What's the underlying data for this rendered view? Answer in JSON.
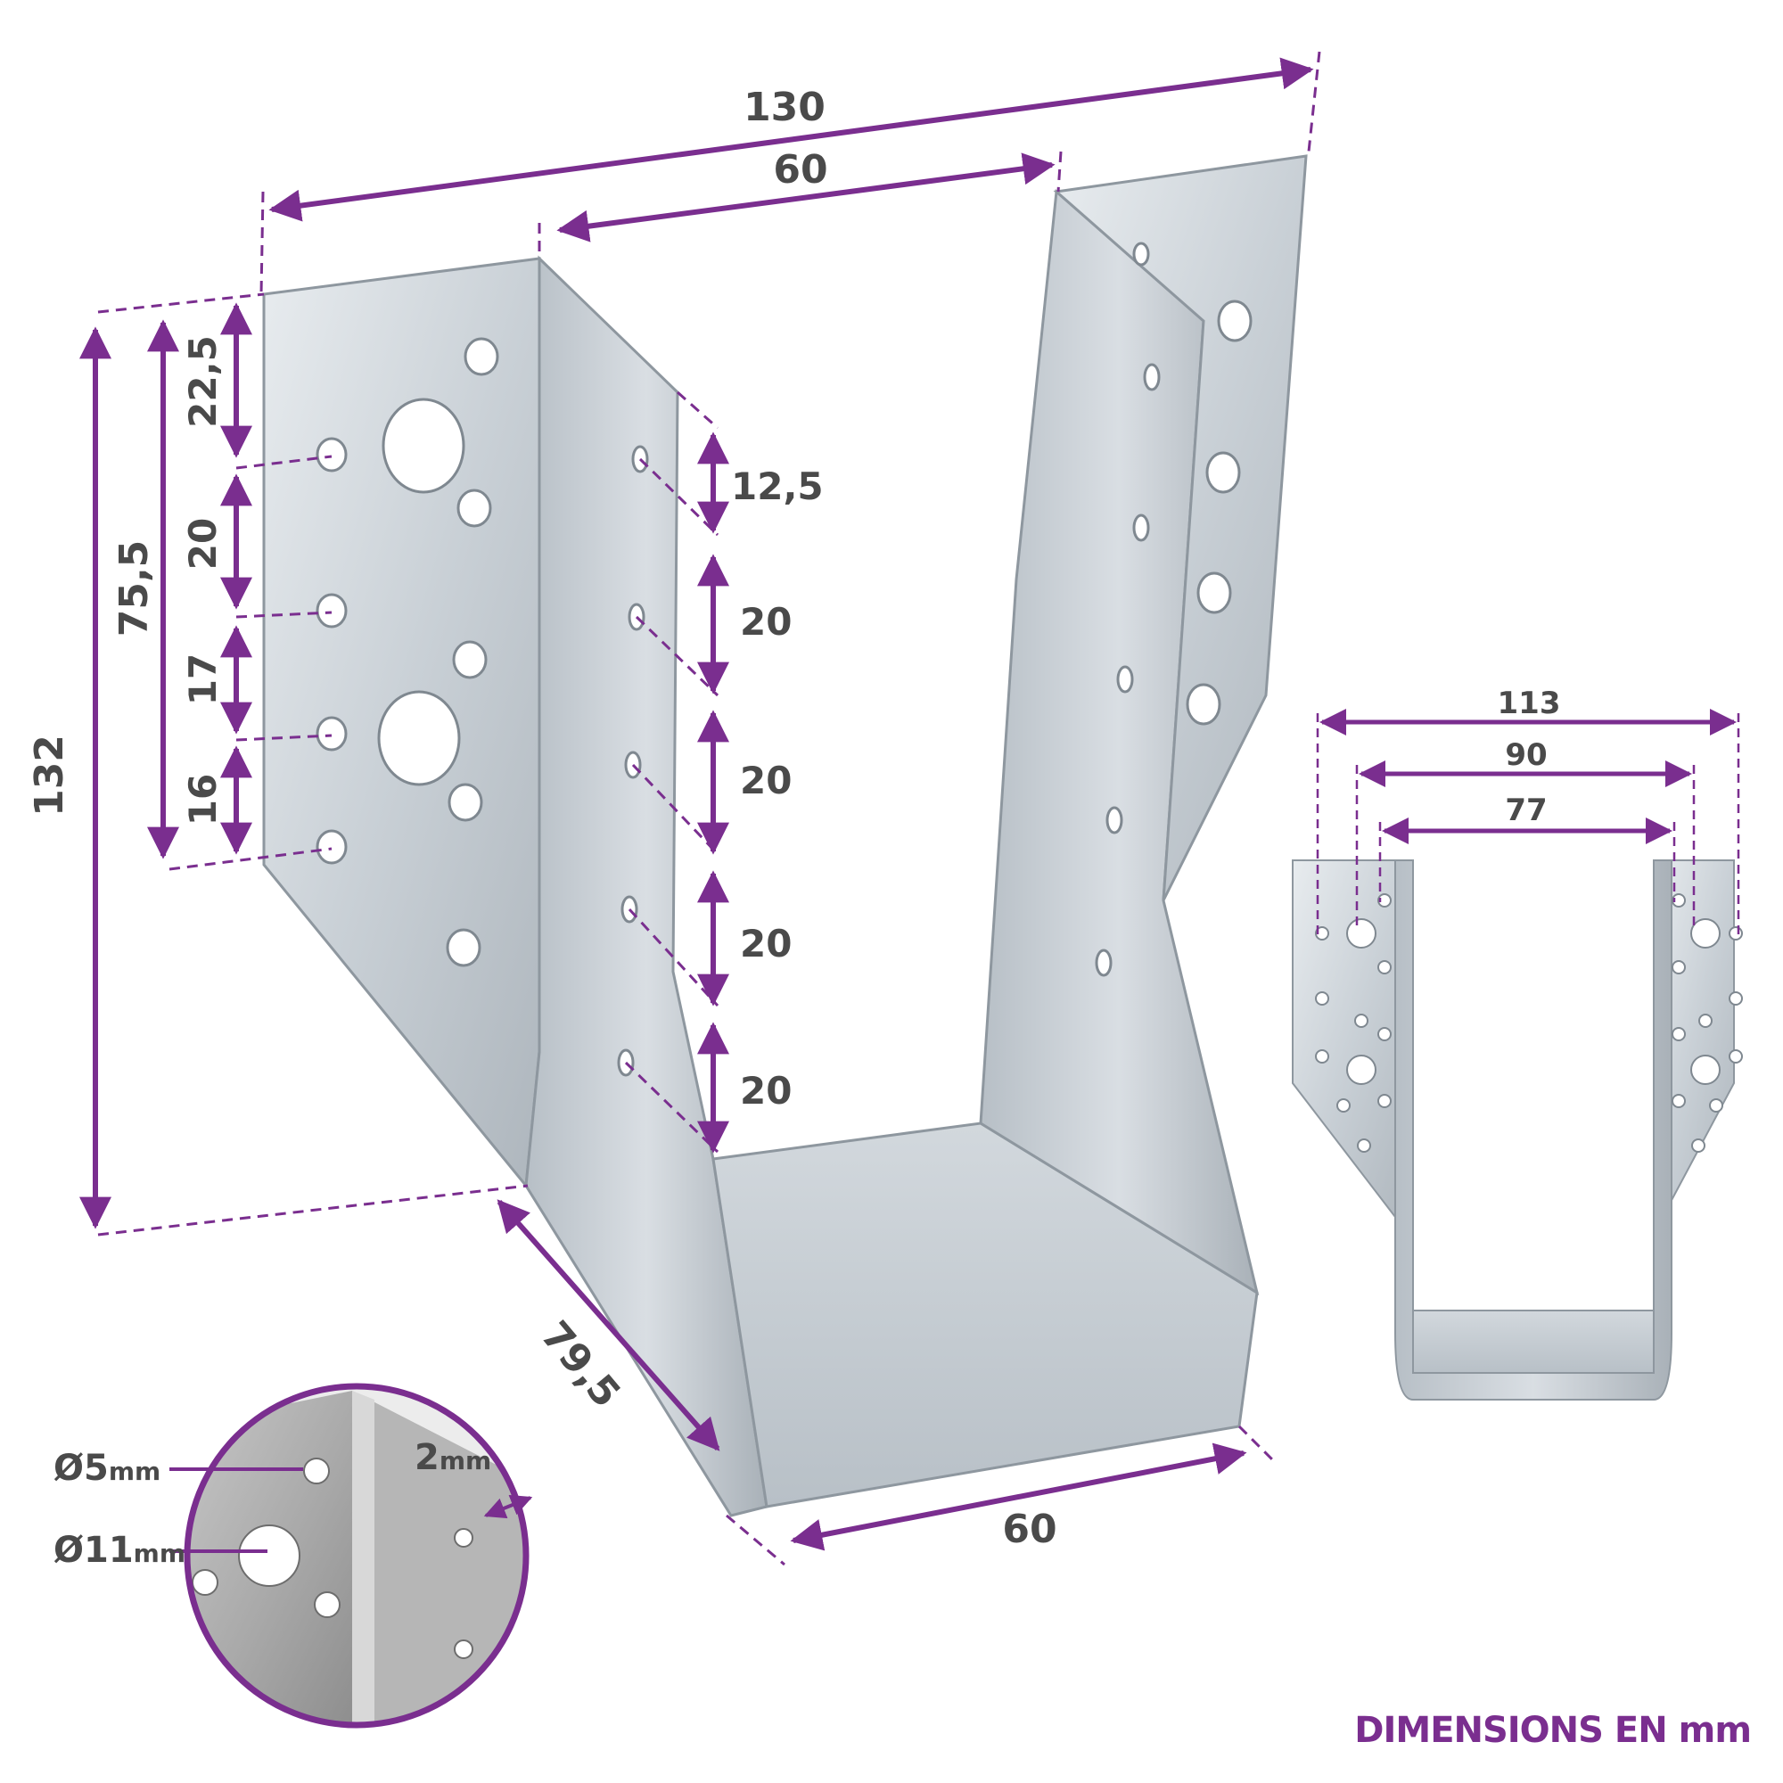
{
  "colors": {
    "accent": "#7a2e8f",
    "text": "#4a4a4a",
    "metal_light": "#dfe4e8",
    "metal_mid": "#c3cad0",
    "metal_dark": "#9aa3ab"
  },
  "main_dimensions": {
    "overall_width": "130",
    "inner_top_width": "60",
    "overall_height": "132",
    "flange_height": "75,5",
    "hole_22_5": "22,5",
    "hole_20_a": "20",
    "hole_17": "17",
    "hole_16": "16",
    "side_12_5": "12,5",
    "side_20_a": "20",
    "side_20_b": "20",
    "side_20_c": "20",
    "side_20_d": "20",
    "depth": "79,5",
    "base_width": "60"
  },
  "front_view": {
    "width_113": "113",
    "width_90": "90",
    "width_77": "77"
  },
  "detail": {
    "hole_small": "Ø5",
    "hole_small_unit": "mm",
    "hole_large": "Ø11",
    "hole_large_unit": "mm",
    "thickness": "2",
    "thickness_unit": "mm"
  },
  "footer": {
    "label": "DIMENSIONS EN",
    "unit": "mm"
  }
}
